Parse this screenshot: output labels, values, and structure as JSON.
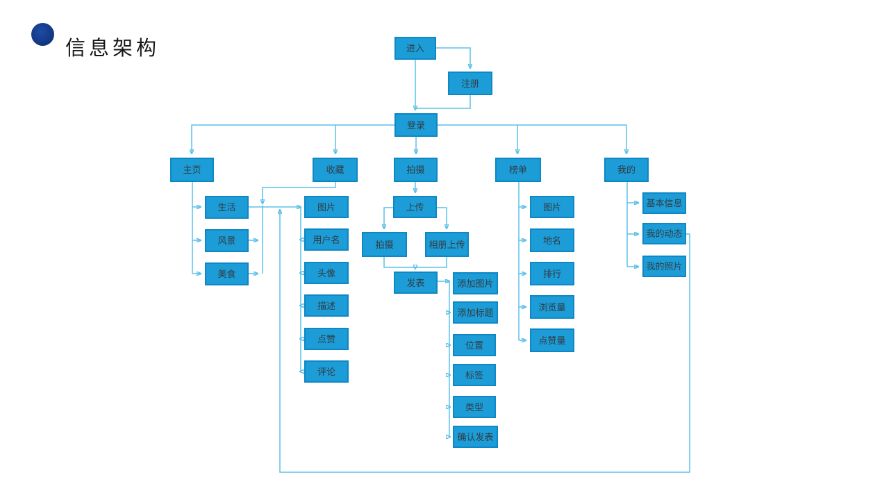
{
  "slide": {
    "title": "信息架构"
  },
  "colors": {
    "box_fill": "#1c9dd8",
    "box_border": "#0e87c5",
    "connector_line": "#5bc0ea",
    "node_text": "#323c42",
    "title_text": "#161616",
    "bullet_blue": "#143a87"
  },
  "diagram": {
    "nodes": {
      "enter": "进入",
      "register": "注册",
      "login": "登录",
      "home": "主页",
      "favorites": "收藏",
      "capture": "拍摄",
      "ranking": "榜单",
      "mine": "我的",
      "life": "生活",
      "scenery": "风景",
      "food": "美食",
      "fav_image": "图片",
      "username": "用户名",
      "avatar": "头像",
      "description": "描述",
      "like": "点赞",
      "comment": "评论",
      "upload": "上传",
      "shoot": "拍摄",
      "album_upload": "相册上传",
      "publish": "发表",
      "add_image": "添加图片",
      "add_title": "添加标题",
      "location": "位置",
      "tag": "标签",
      "type": "类型",
      "confirm_publish": "确认发表",
      "rank_image": "图片",
      "place_name": "地名",
      "rank": "排行",
      "views": "浏览量",
      "likes_count": "点赞量",
      "basic_info": "基本信息",
      "my_updates": "我的动态",
      "my_photos": "我的照片"
    },
    "edges": [
      [
        "enter",
        "register"
      ],
      [
        "enter",
        "login"
      ],
      [
        "register",
        "login"
      ],
      [
        "login",
        "home"
      ],
      [
        "login",
        "favorites"
      ],
      [
        "login",
        "capture"
      ],
      [
        "login",
        "ranking"
      ],
      [
        "login",
        "mine"
      ],
      [
        "home",
        "life"
      ],
      [
        "home",
        "scenery"
      ],
      [
        "home",
        "food"
      ],
      [
        "favorites",
        "fav_image"
      ],
      [
        "favorites",
        "username"
      ],
      [
        "favorites",
        "avatar"
      ],
      [
        "favorites",
        "description"
      ],
      [
        "favorites",
        "like"
      ],
      [
        "favorites",
        "comment"
      ],
      [
        "life",
        "fav_image"
      ],
      [
        "scenery",
        "fav_image"
      ],
      [
        "food",
        "fav_image"
      ],
      [
        "capture",
        "upload"
      ],
      [
        "upload",
        "shoot"
      ],
      [
        "upload",
        "album_upload"
      ],
      [
        "shoot",
        "publish"
      ],
      [
        "album_upload",
        "publish"
      ],
      [
        "publish",
        "add_image"
      ],
      [
        "publish",
        "add_title"
      ],
      [
        "publish",
        "location"
      ],
      [
        "publish",
        "tag"
      ],
      [
        "publish",
        "type"
      ],
      [
        "publish",
        "confirm_publish"
      ],
      [
        "ranking",
        "rank_image"
      ],
      [
        "ranking",
        "place_name"
      ],
      [
        "ranking",
        "rank"
      ],
      [
        "ranking",
        "views"
      ],
      [
        "ranking",
        "likes_count"
      ],
      [
        "mine",
        "basic_info"
      ],
      [
        "mine",
        "my_updates"
      ],
      [
        "mine",
        "my_photos"
      ],
      [
        "my_updates",
        "fav_image"
      ]
    ]
  }
}
